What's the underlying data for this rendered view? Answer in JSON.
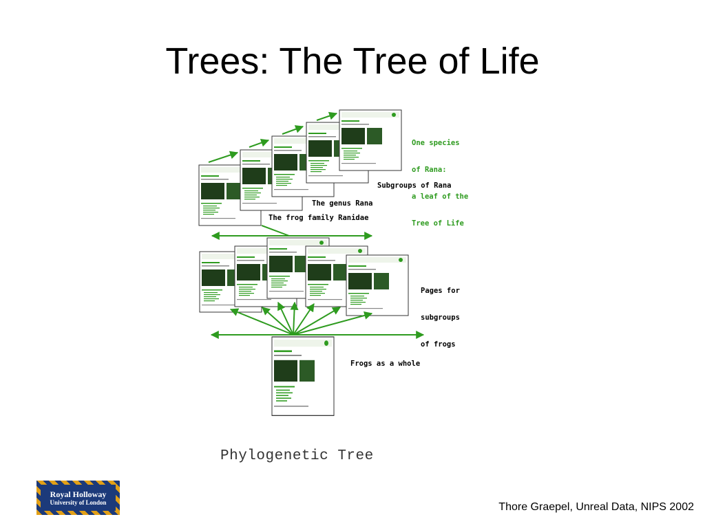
{
  "slide": {
    "title": "Trees: The Tree of Life",
    "caption": "Phylogenetic Tree",
    "footer": "Thore Graepel, Unreal Data, NIPS 2002"
  },
  "logo": {
    "line1": "Royal Holloway",
    "line2": "University of London"
  },
  "labels": {
    "species": [
      "One species",
      "of Rana:",
      "a leaf of the",
      "Tree of Life"
    ],
    "subgroups_rana": "Subgroups of Rana",
    "genus_rana": "The genus Rana",
    "frog_family": "The frog family Ranidae",
    "pages_subgroups": [
      "Pages for",
      "subgroups",
      "of frogs"
    ],
    "frogs_whole": "Frogs as a whole"
  },
  "colors": {
    "arrow": "#2e9b1f",
    "label_green": "#2e9b1f",
    "page_border": "#333333",
    "logo_blue": "#1c3a7a",
    "logo_gold": "#e2a017"
  }
}
